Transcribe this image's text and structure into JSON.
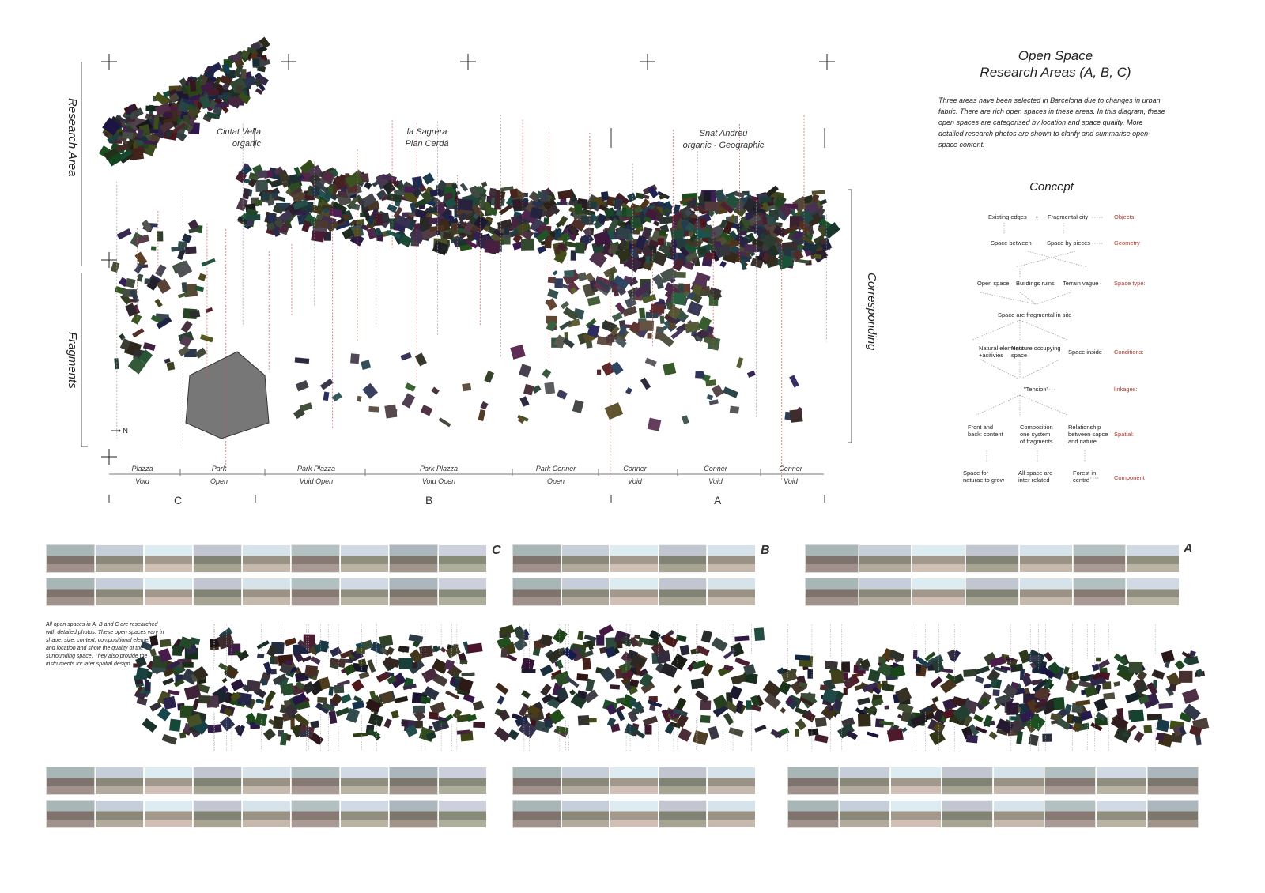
{
  "top": {
    "side_labels": {
      "research_area": "Research Area",
      "fragments": "Fragments",
      "corresponding": "Corresponding"
    },
    "areas": [
      {
        "name": "Ciutat Vella",
        "type": "organic"
      },
      {
        "name": "la Sagrera",
        "type": "Plan Cerdá"
      },
      {
        "name": "Snat Andreu",
        "type": "organic - Geographic"
      }
    ],
    "north_label": "N",
    "categories": [
      {
        "top": "Plazza",
        "bottom": "Void"
      },
      {
        "top": "Park",
        "bottom": "Open"
      },
      {
        "top": "Park  Plazza",
        "bottom": "Void  Open"
      },
      {
        "top": "Park  Plazza",
        "bottom": "Void  Open"
      },
      {
        "top": "Park  Conner",
        "bottom": "Open"
      },
      {
        "top": "Conner",
        "bottom": "Void"
      },
      {
        "top": "Conner",
        "bottom": "Void"
      },
      {
        "top": "Conner",
        "bottom": "Void"
      }
    ],
    "region_letters": [
      "C",
      "B",
      "A"
    ]
  },
  "info": {
    "title_line1": "Open Space",
    "title_line2": "Research Areas (A, B, C)",
    "description": "Three areas have been selected in Barcelona due to changes in urban fabric. There are rich open spaces in these areas. In this diagram, these open spaces are categorised by location and space quality. More detailed research photos are shown to clarify and summarise open-space content."
  },
  "concept": {
    "title": "Concept",
    "nodes": {
      "existing_edges": "Existing edges",
      "plus": "+",
      "fragmental_city": "Fragmental city",
      "space_between": "Space between",
      "space_by_pieces": "Space by pieces",
      "open_space": "Open space",
      "buildings_ruins": "Buildings ruins",
      "terrain_vague": "Terrain vague",
      "fragmental": "Space are fragmental in site",
      "natural": "Natural elements\n+acitivies",
      "nauture": "Nauture occupying\nspace",
      "space_inside": "Space inside",
      "tension": "\"Tension\"",
      "front_back": "Front and\nback: content",
      "composition": "Composition\none system\nof fragments",
      "relationship": "Relationship\nbetween sapce\nand nature",
      "space_for": "Space for\nnaturae to grow",
      "all_space": "All space are\ninter related",
      "forest": "Forest in\ncentre"
    },
    "levels": [
      "Objects",
      "Geometry",
      "Space type:",
      "Conditions:",
      "linkages:",
      "Spatial:",
      "Component"
    ]
  },
  "bottom": {
    "section_letters": [
      "C",
      "B",
      "A"
    ],
    "description": "All open spaces in A, B and C are researched with detailed photos. These open spaces vary in shape, size, context, compositional elements, and location and show the quality of the surrounding space. They also provide the instruments for later spatial design."
  },
  "colors": {
    "accent_red": "#b3332a",
    "ink": "#222222"
  }
}
